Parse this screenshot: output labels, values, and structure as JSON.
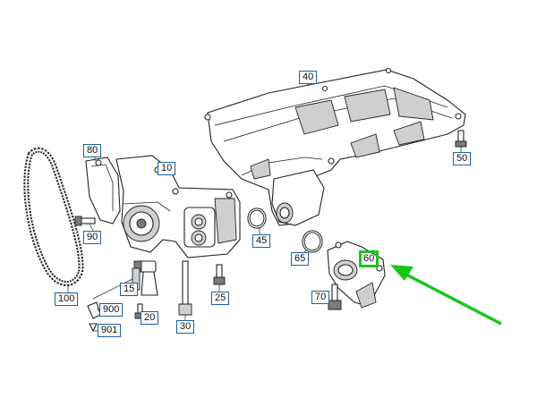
{
  "callouts": [
    {
      "id": "40",
      "label": "40"
    },
    {
      "id": "50",
      "label": "50"
    },
    {
      "id": "80",
      "label": "80"
    },
    {
      "id": "10",
      "label": "10"
    },
    {
      "id": "90",
      "label": "90"
    },
    {
      "id": "45",
      "label": "45"
    },
    {
      "id": "65",
      "label": "65"
    },
    {
      "id": "60",
      "label": "60"
    },
    {
      "id": "100",
      "label": "100"
    },
    {
      "id": "15",
      "label": "15"
    },
    {
      "id": "25",
      "label": "25"
    },
    {
      "id": "70",
      "label": "70"
    },
    {
      "id": "900",
      "label": "900"
    },
    {
      "id": "20",
      "label": "20"
    },
    {
      "id": "30",
      "label": "30"
    },
    {
      "id": "901",
      "label": "901"
    }
  ],
  "highlight": {
    "callout": "60",
    "color": "#19c519",
    "arrow_color": "#19c519"
  }
}
